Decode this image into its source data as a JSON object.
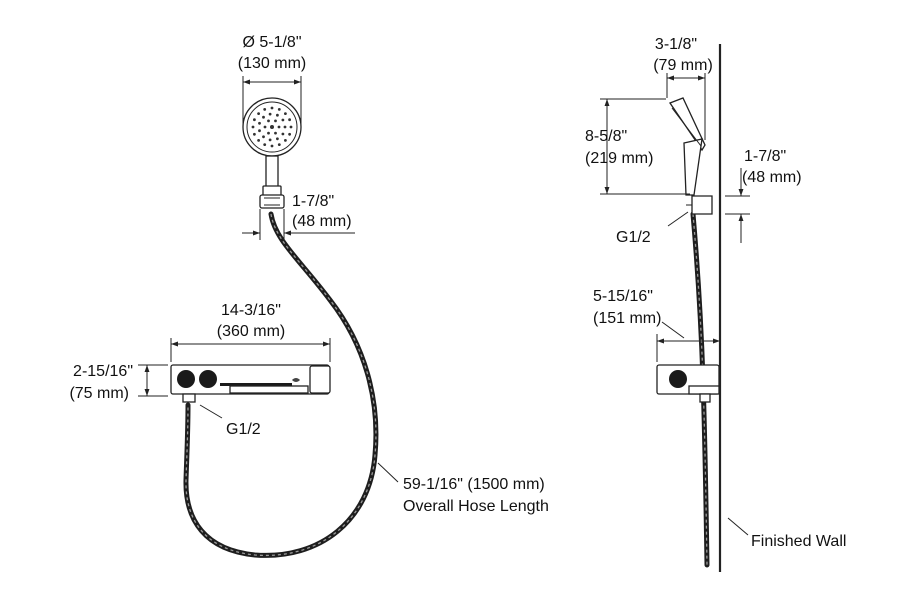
{
  "front_view": {
    "head_diameter": {
      "inch": "Ø 5-1/8\"",
      "mm": "(130 mm)"
    },
    "handle_connector": {
      "inch": "1-7/8\"",
      "mm": "(48 mm)"
    },
    "valve_width": {
      "inch": "14-3/16\"",
      "mm": "(360 mm)"
    },
    "valve_height": {
      "inch": "2-15/16\"",
      "mm": "(75 mm)"
    },
    "inlet_label": "G1/2",
    "hose": {
      "length": "59-1/16\" (1500 mm)",
      "caption": "Overall Hose Length"
    }
  },
  "side_view": {
    "head_depth": {
      "inch": "3-1/8\"",
      "mm": "(79 mm)"
    },
    "head_height": {
      "inch": "8-5/8\"",
      "mm": "(219 mm)"
    },
    "holder_height": {
      "inch": "1-7/8\"",
      "mm": "(48 mm)"
    },
    "inlet_label": "G1/2",
    "valve_projection": {
      "inch": "5-15/16\"",
      "mm": "(151 mm)"
    },
    "wall_label": "Finished Wall"
  }
}
